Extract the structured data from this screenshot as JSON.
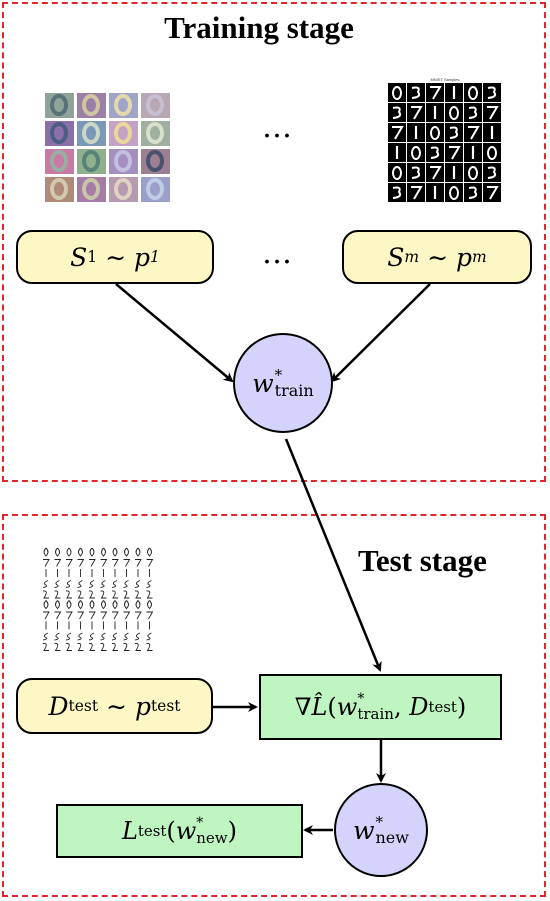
{
  "training": {
    "title": "Training stage",
    "ellipsis_top": "…",
    "ellipsis_mid": "…",
    "source_first": {
      "set": "S",
      "set_sub": "1",
      "sim": "∼",
      "dist": "p",
      "dist_sub": "1"
    },
    "source_last": {
      "set": "S",
      "set_sub": "m",
      "sim": "∼",
      "dist": "p",
      "dist_sub": "m"
    },
    "train_node": {
      "var": "w",
      "sup": "*",
      "sub": "train"
    },
    "mnist_caption": "MNIST Samples"
  },
  "test": {
    "title": "Test stage",
    "data_node": {
      "set": "D",
      "set_sub": "test",
      "sim": "∼",
      "dist": "p",
      "dist_sub": "test"
    },
    "grad_node": {
      "nabla": "∇",
      "loss": "L̂",
      "open": "(",
      "var": "w",
      "sup": "*",
      "sub": "train",
      "comma": ",",
      "set": "D",
      "set_sub": "test",
      "close": ")"
    },
    "new_node": {
      "var": "w",
      "sup": "*",
      "sub": "new"
    },
    "loss_node": {
      "loss": "L",
      "loss_sub": "test",
      "open": "(",
      "var": "w",
      "sup": "*",
      "sub": "new",
      "close": ")"
    }
  },
  "colors": {
    "dashed_border": "#e0262b",
    "yellow_node": "#fdf7c5",
    "green_node": "#bff5c0",
    "purple_node": "#d3d3fb"
  }
}
